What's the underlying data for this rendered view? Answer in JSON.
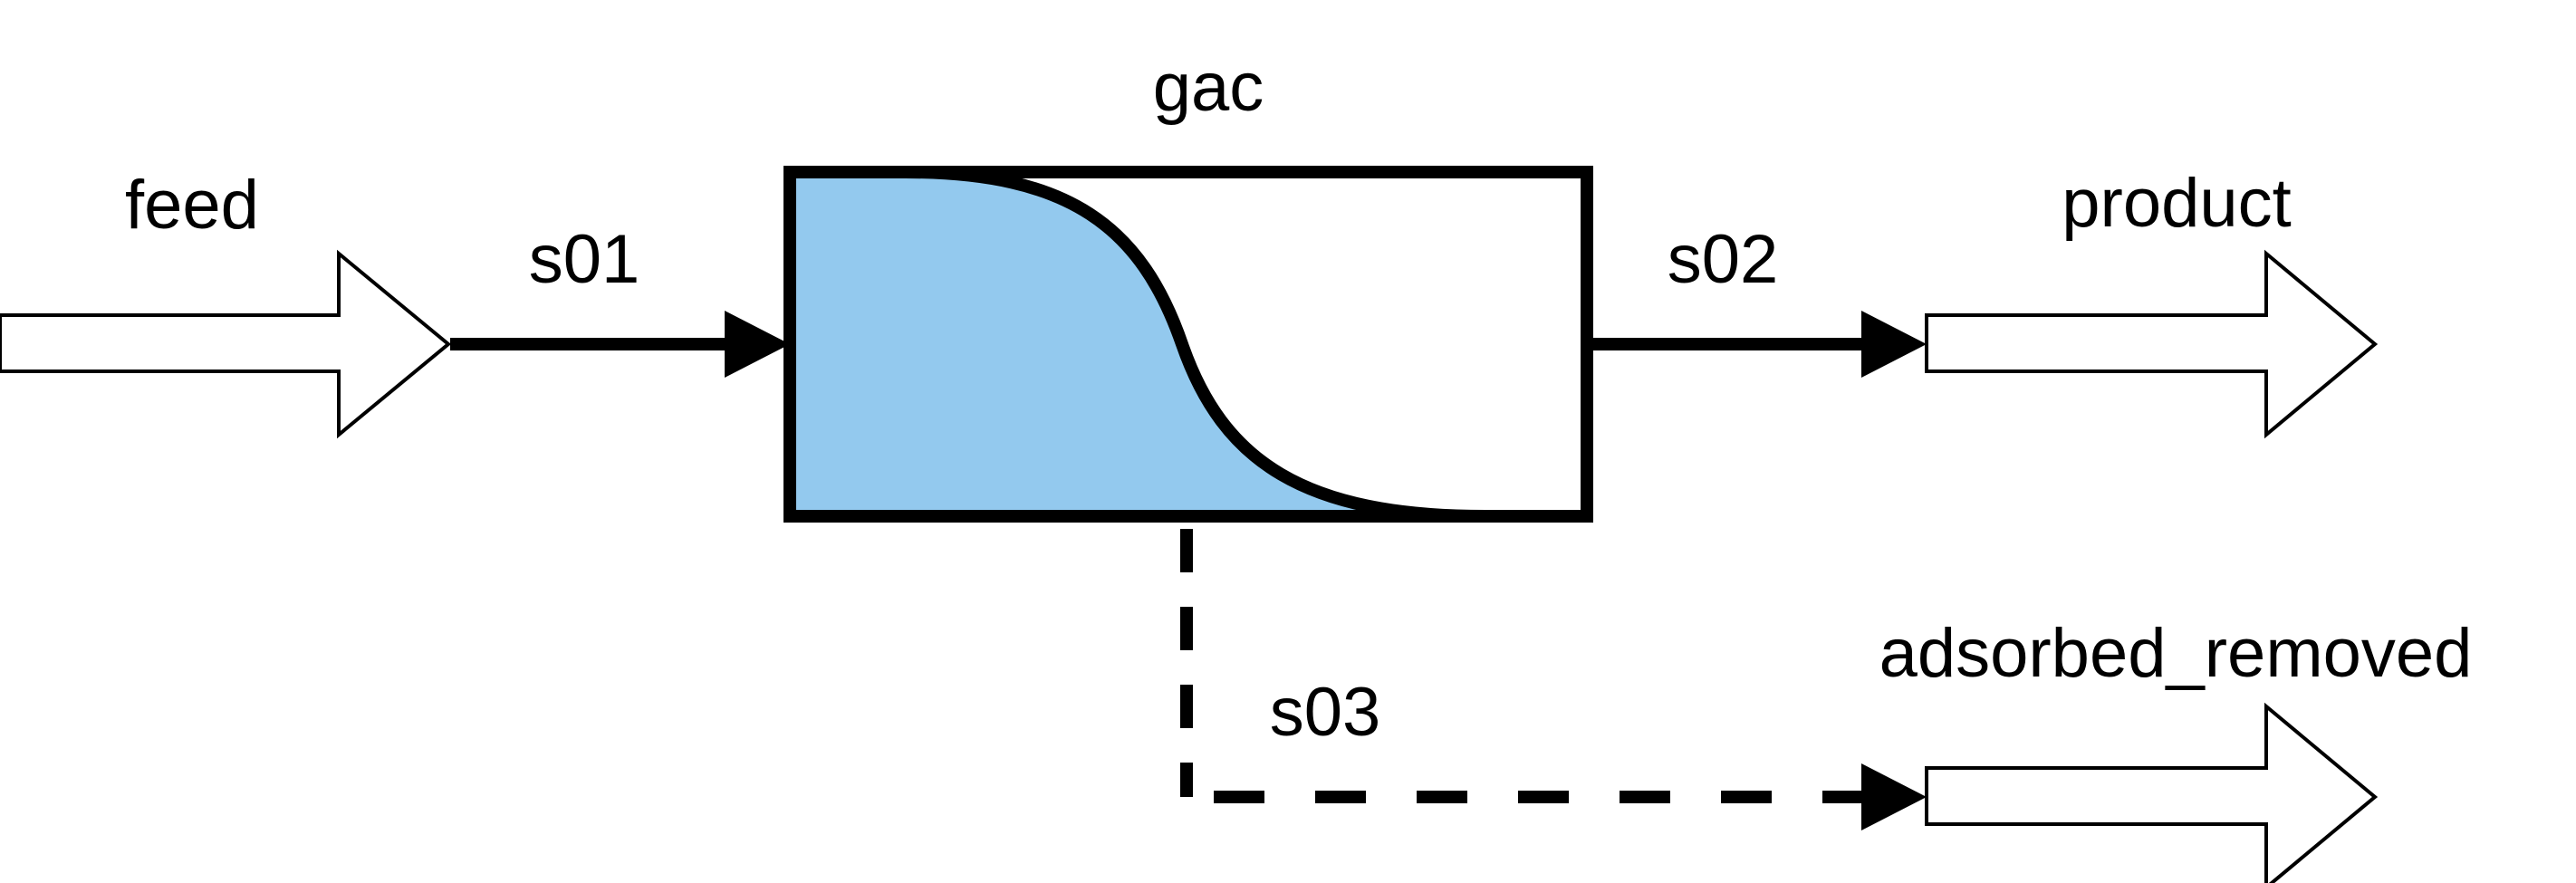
{
  "unit": {
    "label": "gac",
    "fill_color": "#93c9ee",
    "stroke_color": "#000000"
  },
  "ports": {
    "feed": "feed",
    "product": "product",
    "adsorbed_removed": "adsorbed_removed"
  },
  "streams": {
    "s01": "s01",
    "s02": "s02",
    "s03": "s03"
  },
  "icons": {
    "inlet": "hollow-arrow-icon",
    "outlet": "hollow-arrow-icon",
    "connector": "arrowhead-icon"
  }
}
